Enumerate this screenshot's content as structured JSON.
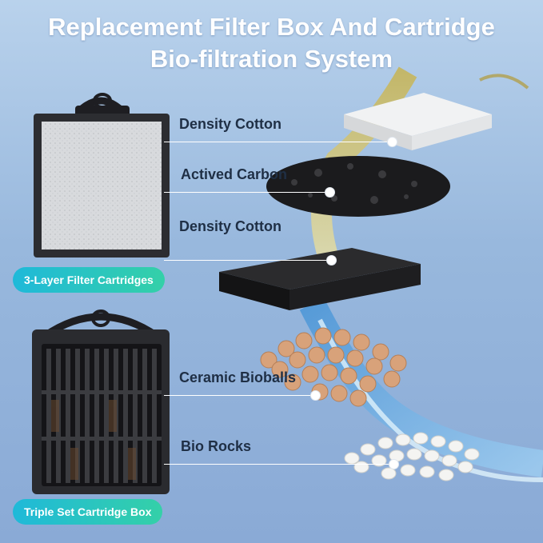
{
  "title": {
    "line1": "Replacement Filter Box And Cartridge",
    "line2": "Bio-filtration System"
  },
  "callouts": [
    {
      "label": "Density Cotton"
    },
    {
      "label": "Actived Carbon"
    },
    {
      "label": "Density Cotton"
    },
    {
      "label": "Ceramic Bioballs"
    },
    {
      "label": "Bio Rocks"
    }
  ],
  "badges": {
    "filter": "3-Layer Filter Cartridges",
    "box": "Triple Set Cartridge Box"
  },
  "colors": {
    "badge_start": "#1fb9d9",
    "badge_end": "#34d0a8",
    "label_text": "#1f2f45"
  }
}
